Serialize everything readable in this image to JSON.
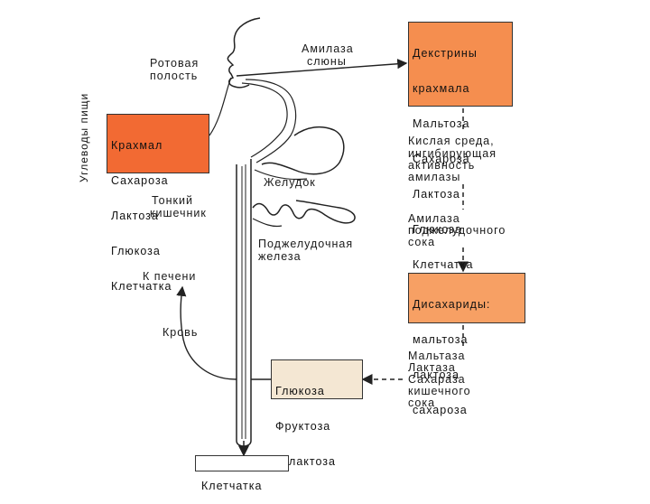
{
  "side_label": "Углеводы пищи",
  "food_box": {
    "lines": [
      "Крахмал",
      "Сахароза",
      "Лактоза",
      "Глюкоза",
      "Клетчатка"
    ],
    "color": "#f26a33"
  },
  "mouth_label": [
    "Ротовая",
    "полость"
  ],
  "saliva_label": [
    "Амилаза",
    "слюны"
  ],
  "mouth_products_box": {
    "lines": [
      "Декстрины",
      "крахмала",
      "Мальтоза",
      "Сахароза",
      "Лактоза",
      "Глюкоза",
      "Клетчатка"
    ],
    "color": "#f58e4f"
  },
  "acid_label": [
    "Кислая среда,",
    "ингибирующая",
    "активность",
    "амилазы"
  ],
  "stomach_label": "Желудок",
  "small_intestine_label": [
    "Тонкий",
    "кишечник"
  ],
  "pancreas_label": [
    "Поджелудочная",
    "железа"
  ],
  "pancreatic_amylase_label": [
    "Амилаза",
    "поджелудочного",
    "сока"
  ],
  "disaccharides_box": {
    "lines": [
      "Дисахариды:",
      "мальтоза",
      "лактоза",
      "сахароза"
    ],
    "color": "#f7a064"
  },
  "liver_label": "К печени",
  "blood_label": "Кровь",
  "monosaccharides_box": {
    "lines": [
      "Глюкоза",
      "Фруктоза",
      "Галактоза"
    ],
    "color": "#f4e7d3"
  },
  "intestinal_enzymes_label": [
    "Мальтаза",
    "Лактаза",
    "Сахараза",
    "кишечного",
    "сока"
  ],
  "fiber_box": {
    "lines": [
      "Клетчатка"
    ],
    "color": "#ffffff"
  }
}
